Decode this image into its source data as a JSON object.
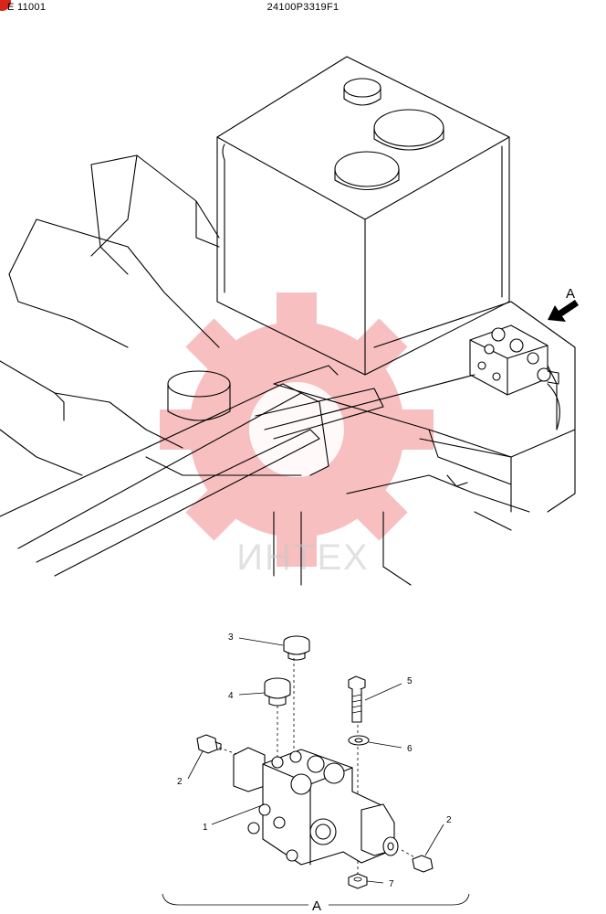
{
  "header": {
    "code_left": "E 11001",
    "code_center": "24100P3319F1"
  },
  "watermark": {
    "text": "ИНТЕХ",
    "color": "#e83a3a"
  },
  "view_label_top": "A",
  "view_label_bottom": "A",
  "callouts": [
    "1",
    "2",
    "2",
    "3",
    "4",
    "5",
    "6",
    "7"
  ]
}
